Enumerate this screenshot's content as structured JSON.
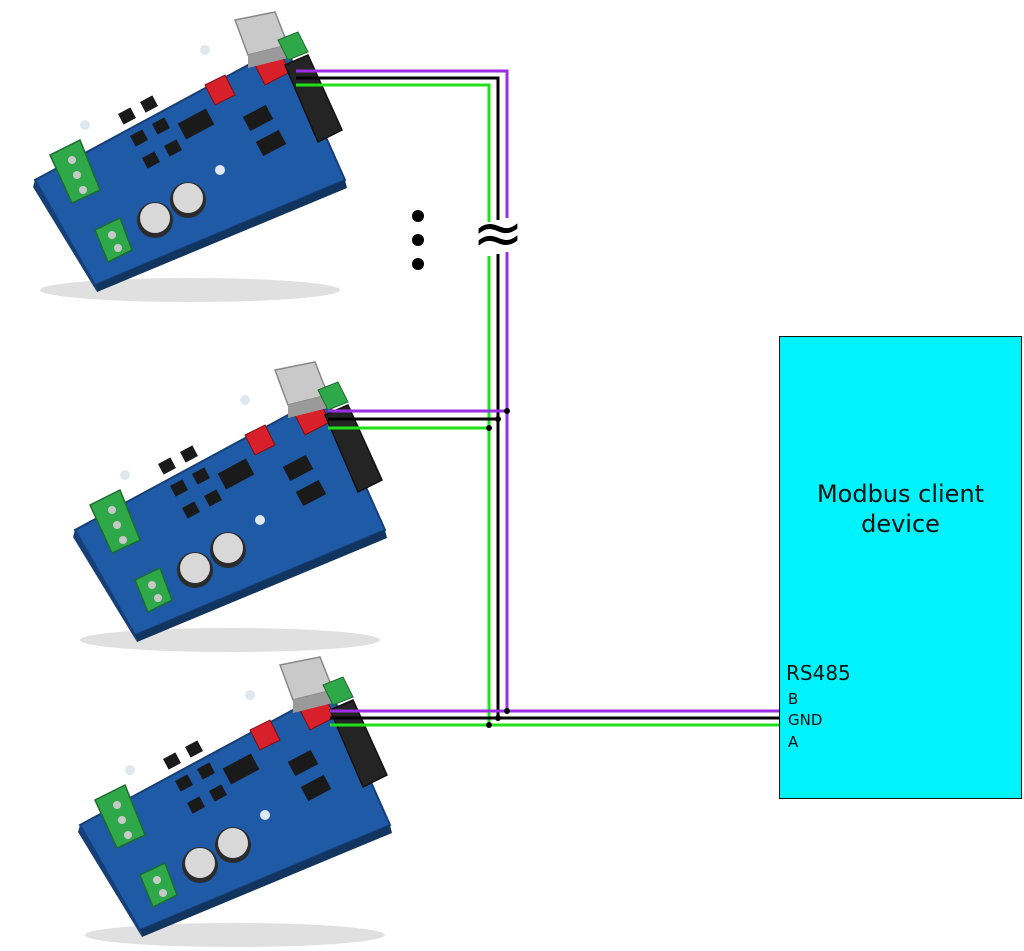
{
  "client": {
    "title": "Modbus client\ndevice",
    "interface_label": "RS485",
    "pins": [
      "B",
      "GND",
      "A"
    ]
  },
  "wire_colors": {
    "B": "#9b2fe3",
    "GND": "#000000",
    "A": "#1fe01a"
  },
  "board_colors": {
    "pcb": "#1f5aa6",
    "terminal": "#2fa84a",
    "header": "#d8202a",
    "usb": "#c9c9c9"
  },
  "break_symbol": "≈"
}
